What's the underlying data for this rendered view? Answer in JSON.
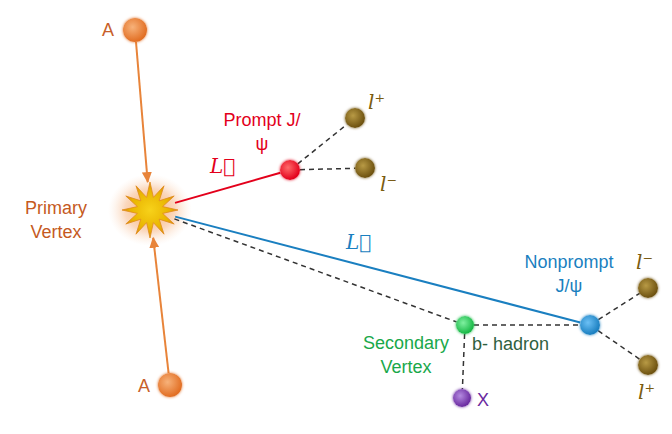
{
  "diagram": {
    "nodes": [
      {
        "text": [
          "A"
        ]
      },
      {
        "text": [
          "Primary Vertex"
        ]
      },
      {
        "text": [
          "Prompt J/ψ"
        ]
      },
      {
        "text": [
          "l⁺"
        ]
      },
      {
        "text": [
          "l⁻"
        ]
      },
      {
        "text": [
          "Nonprompt J/ψ"
        ]
      },
      {
        "text": [
          "l⁻"
        ]
      },
      {
        "text": [
          "l⁺"
        ]
      },
      {
        "text": [
          "Secondary Vertex"
        ]
      },
      {
        "text": [
          "X"
        ]
      },
      {
        "text": [
          "A"
        ]
      }
    ],
    "edges": [
      {
        "from": 0,
        "to": 1,
        "arrow": "to"
      },
      {
        "from": 10,
        "to": 1,
        "arrow": "to"
      },
      {
        "from": 1,
        "to": 2,
        "label": "L⃗",
        "arrow": "none"
      },
      {
        "from": 2,
        "to": 3,
        "arrow": "none"
      },
      {
        "from": 2,
        "to": 4,
        "arrow": "none"
      },
      {
        "from": 1,
        "to": 5,
        "label": "L⃗",
        "arrow": "none"
      },
      {
        "from": 1,
        "to": 8,
        "arrow": "none"
      },
      {
        "from": 8,
        "to": 5,
        "arrow": "none"
      },
      {
        "from": 8,
        "to": 9,
        "arrow": "none"
      },
      {
        "from": 5,
        "to": 6,
        "arrow": "none"
      },
      {
        "from": 5,
        "to": 7,
        "arrow": "none"
      }
    ],
    "labels": [
      "b- hadron"
    ]
  }
}
